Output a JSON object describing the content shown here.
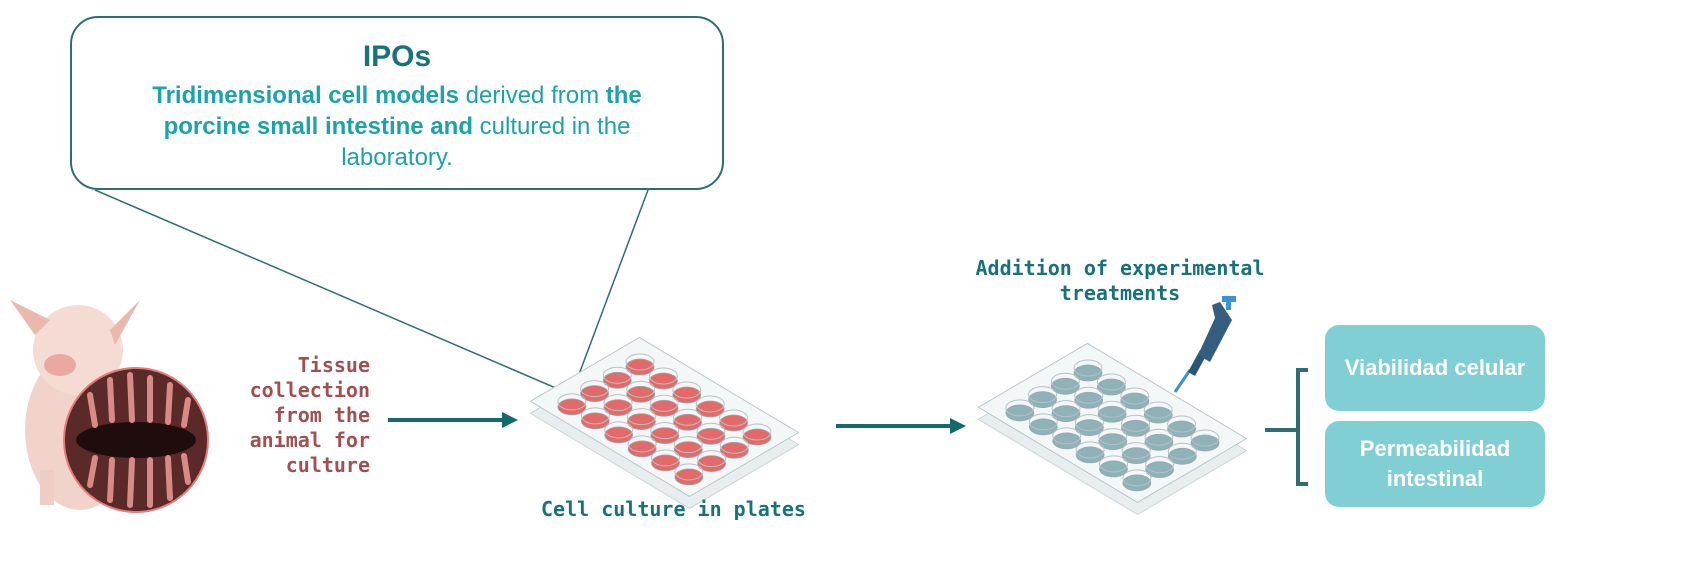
{
  "callout": {
    "title": "IPOs",
    "desc_bold1": "Tridimensional cell models",
    "desc_text1": " derived from ",
    "desc_bold2": "the porcine small intestine and",
    "desc_text2": " cultured in the laboratory."
  },
  "steps": {
    "tissue": "Tissue collection from the animal for culture",
    "culture": "Cell culture in plates",
    "addition": "Addition of experimental treatments"
  },
  "results": [
    {
      "label": "Viabilidad celular"
    },
    {
      "label": "Permeabilidad intestinal"
    }
  ],
  "colors": {
    "teal_dark": "#17727a",
    "teal_light": "#7fcfd4",
    "red_well": "#e46a6a",
    "gray_well": "#8fb1b8"
  }
}
